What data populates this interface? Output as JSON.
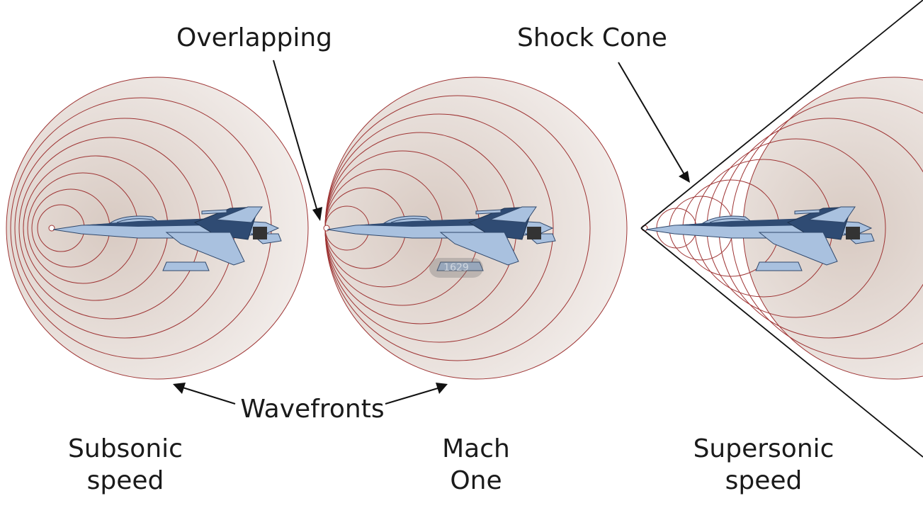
{
  "labels": {
    "overlapping": "Overlapping",
    "shock_cone": "Shock Cone",
    "wavefronts": "Wavefronts",
    "subsonic_line1": "Subsonic",
    "subsonic_line2": "speed",
    "mach_line1": "Mach",
    "mach_line2": "One",
    "supersonic_line1": "Supersonic",
    "supersonic_line2": "speed"
  },
  "watermark": "1629",
  "colors": {
    "wavefront": "#9e3434",
    "wave_fill": "#efe7e3",
    "aircraft_light": "#a9c1df",
    "aircraft_dark": "#2f4b73",
    "ink": "#111111"
  },
  "icons": [
    "jet-aircraft-icon",
    "arrow-icon",
    "source-point-icon"
  ]
}
